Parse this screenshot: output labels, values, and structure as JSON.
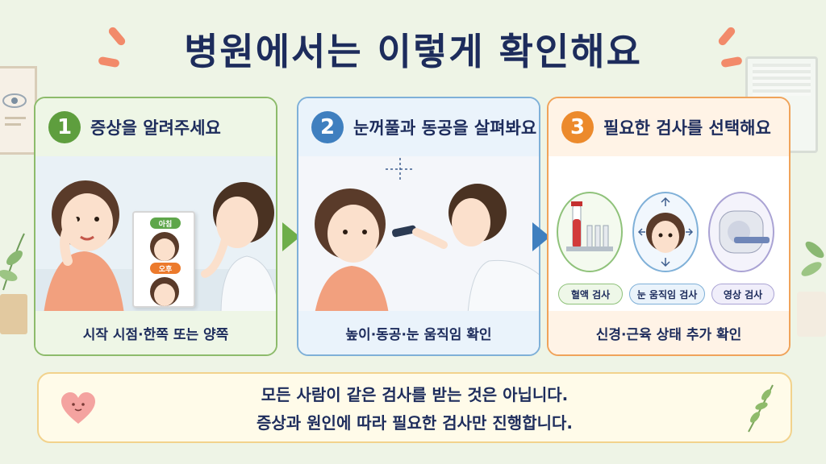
{
  "title": "병원에서는 이렇게 확인해요",
  "colors": {
    "green": "#5e9e3e",
    "blue": "#3f7fbf",
    "orange": "#ec8a2c",
    "navy": "#1d2c5c"
  },
  "steps": [
    {
      "number": "1",
      "heading": "증상을 알려주세요",
      "footer": "시작 시점·한쪽 또는 양쪽",
      "photo_tags": [
        "아침",
        "오후"
      ]
    },
    {
      "number": "2",
      "heading": "눈꺼풀과 동공을 살펴봐요",
      "footer": "높이·동공·눈 움직임 확인"
    },
    {
      "number": "3",
      "heading": "필요한 검사를 선택해요",
      "footer": "신경·근육 상태 추가 확인",
      "tests": [
        "혈액 검사",
        "눈 움직임 검사",
        "영상 검사"
      ]
    }
  ],
  "note": {
    "line1": "모든 사람이 같은 검사를 받는 것은 아닙니다.",
    "line2": "증상과 원인에 따라 필요한 검사만 진행합니다."
  }
}
